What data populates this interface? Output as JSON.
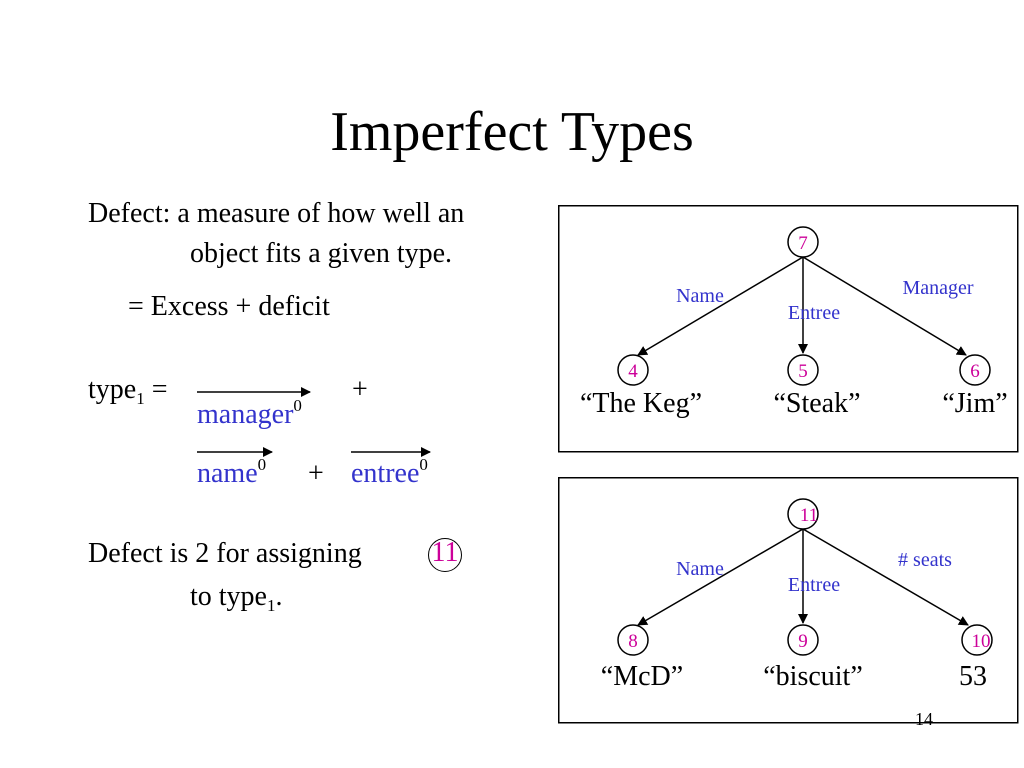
{
  "title": "Imperfect Types",
  "defect_def": {
    "line1": "Defect: a measure of how well an",
    "line2": "object fits a given type.",
    "line3": "= Excess + deficit"
  },
  "type_def": {
    "type_word": "type",
    "type_sub": "1",
    "equals": "=",
    "plus1": "+",
    "manager": "manager",
    "manager_sup": "0",
    "name": "name",
    "name_sup": "0",
    "plus2": "+",
    "entree": "entree",
    "entree_sup": "0"
  },
  "defect_example": {
    "line1": "Defect is 2 for assigning",
    "node": "11",
    "line2_a": "to type",
    "line2_sub": "1",
    "line2_b": "."
  },
  "tree1": {
    "root": "7",
    "edges": [
      "Name",
      "Entree",
      "Manager"
    ],
    "children": [
      "4",
      "5",
      "6"
    ],
    "values": [
      "“The Keg”",
      "“Steak”",
      "“Jim”"
    ]
  },
  "tree2": {
    "root": "11",
    "edges": [
      "Name",
      "Entree",
      "# seats"
    ],
    "children": [
      "8",
      "9",
      "10"
    ],
    "values": [
      "“McD”",
      "“biscuit”",
      "53"
    ]
  },
  "page_number": "14",
  "colors": {
    "edge_label": "#3333cc",
    "node_label": "#cc0099",
    "text": "#000000"
  }
}
